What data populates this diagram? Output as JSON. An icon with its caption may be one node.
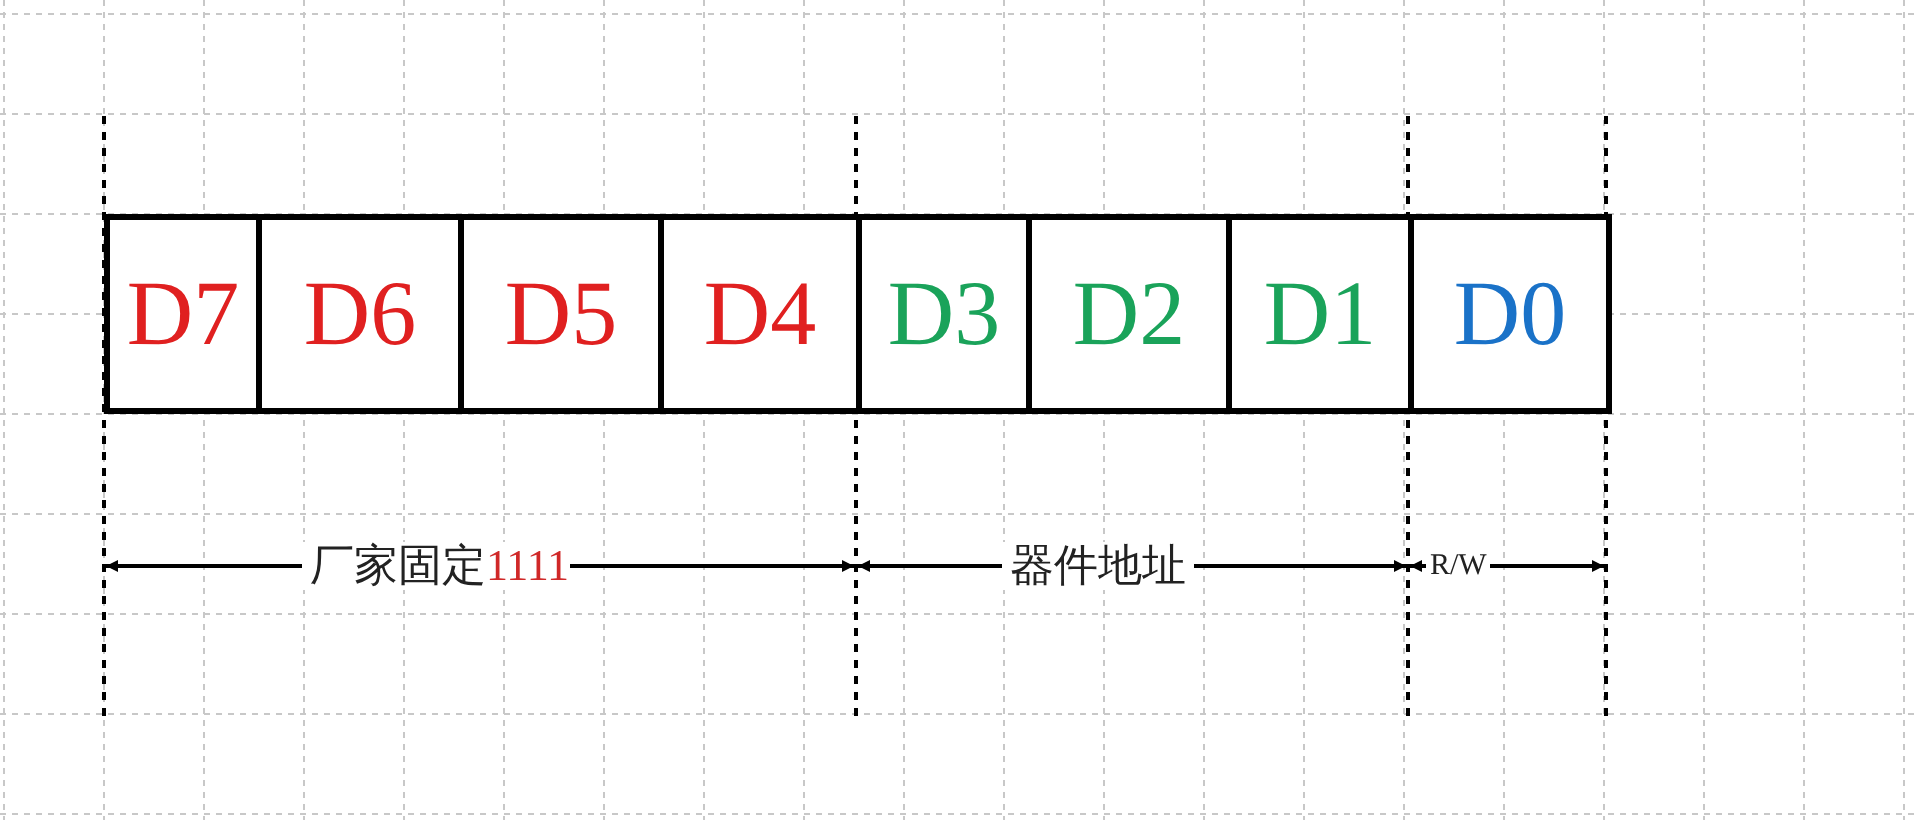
{
  "diagram": {
    "nodes": [
      {
        "text": [
          "D7"
        ]
      },
      {
        "text": [
          "D6"
        ]
      },
      {
        "text": [
          "D5"
        ]
      },
      {
        "text": [
          "D4"
        ]
      },
      {
        "text": [
          "D3"
        ]
      },
      {
        "text": [
          "D2"
        ]
      },
      {
        "text": [
          "D1"
        ]
      },
      {
        "text": [
          "D0"
        ]
      }
    ],
    "edges": [],
    "labels": [
      "厂家固定",
      "1111",
      "器件地址",
      "R/W"
    ]
  }
}
